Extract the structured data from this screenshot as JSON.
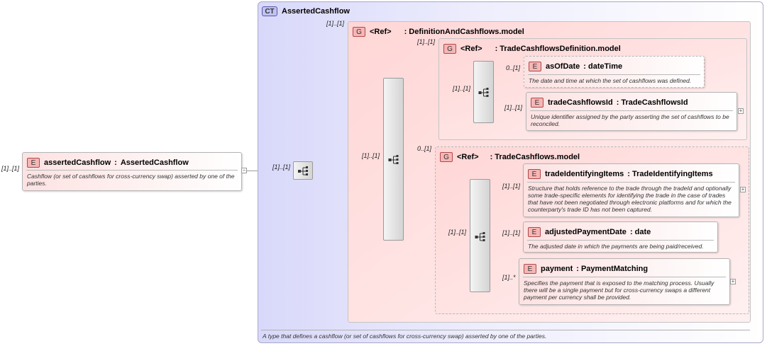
{
  "root": {
    "badge": "E",
    "name": "assertedCashflow",
    "type": "AssertedCashflow",
    "doc": "Cashflow (or set of cashflows for cross-currency swap) asserted by one of the parties.",
    "cardinality": "[1]..[1]",
    "expand": "−"
  },
  "complex_type": {
    "badge": "CT",
    "name": "AssertedCashflow",
    "doc": "A type that defines a cashflow (or set of cashflows for cross-currency swap) asserted by one of the parties.",
    "sequence_cardinality": "[1]..[1]"
  },
  "groups": {
    "definition_and_cashflows": {
      "badge": "G",
      "ref": "<Ref>",
      "name": ": DefinitionAndCashflows.model",
      "cardinality": "[1]..[1]",
      "sequence_cardinality": "[1]..[1]"
    },
    "trade_cashflows_definition": {
      "badge": "G",
      "ref": "<Ref>",
      "name": ": TradeCashflowsDefinition.model",
      "cardinality": "[1]..[1]",
      "sequence_cardinality": "[1]..[1]"
    },
    "trade_cashflows": {
      "badge": "G",
      "ref": "<Ref>",
      "name": ": TradeCashflows.model",
      "cardinality": "0..[1]",
      "sequence_cardinality": "[1]..[1]"
    }
  },
  "elements": {
    "as_of_date": {
      "badge": "E",
      "name": "asOfDate",
      "type": ": dateTime",
      "cardinality": "0..[1]",
      "doc": "The date and time at which the set of cashflows was defined."
    },
    "trade_cashflows_id": {
      "badge": "E",
      "name": "tradeCashflowsId",
      "type": ": TradeCashflowsId",
      "cardinality": "[1]..[1]",
      "doc": "Unique identifier assigned by the party asserting the set of cashflows to be reconciled.",
      "expand": "+"
    },
    "trade_identifying_items": {
      "badge": "E",
      "name": "tradeIdentifyingItems",
      "type": ": TradeIdentifyingItems",
      "cardinality": "[1]..[1]",
      "doc": "Structure that holds reference to the trade through the tradeId and optionally some trade-specific elements for identifying the trade in the case of trades that have not been negotiated through electronic platforms and for which the counterparty's trade ID has not been captured.",
      "expand": "+"
    },
    "adjusted_payment_date": {
      "badge": "E",
      "name": "adjustedPaymentDate",
      "type": ": date",
      "cardinality": "[1]..[1]",
      "doc": "The adjusted date in which the payments are being paid/received."
    },
    "payment": {
      "badge": "E",
      "name": "payment",
      "type": ": PaymentMatching",
      "cardinality": "[1]..*",
      "doc": "Specifies the payment that is exposed to the matching process. Usually there will be a single payment but for cross-currency swaps a different payment per currency shall be provided.",
      "expand": "+"
    }
  },
  "icons": {
    "sequence": "sequence-compositor-icon",
    "expand": "expand-toggle-icon"
  },
  "colors": {
    "element_badge": "#f6b6b6",
    "complex_type_badge": "#c2c2f2",
    "complex_type_fill": "#dcdcfb",
    "group_fill": "#ffd6d6"
  }
}
